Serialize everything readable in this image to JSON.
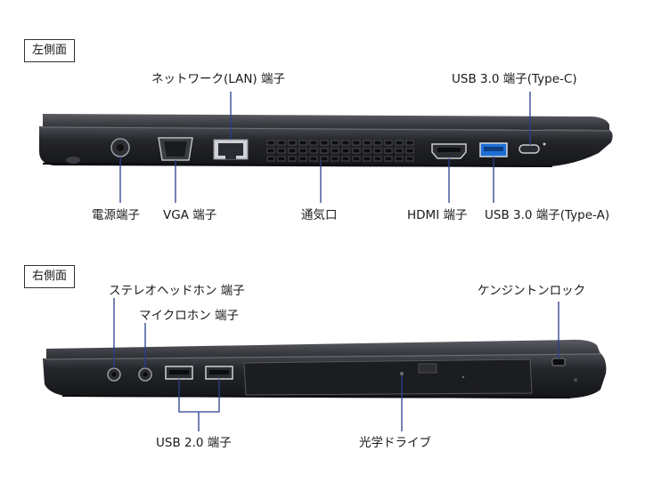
{
  "left_side": {
    "section_label": "左側面",
    "labels": {
      "lan": "ネットワーク(LAN) 端子",
      "usb30c": "USB 3.0 端子(Type-C)",
      "power": "電源端子",
      "vga": "VGA 端子",
      "vent": "通気口",
      "hdmi": "HDMI 端子",
      "usb30a": "USB 3.0 端子(Type-A)"
    }
  },
  "right_side": {
    "section_label": "右側面",
    "labels": {
      "headphone": "ステレオヘッドホン 端子",
      "mic": "マイクロホン 端子",
      "kensington": "ケンジントンロック",
      "usb20": "USB 2.0 端子",
      "optical": "光学ドライブ"
    }
  },
  "colors": {
    "chassis": "#1f2024",
    "chassis_light": "#3a3c42",
    "usb30_port": "#1d6fd6",
    "leader_line": "#2a3f8f"
  }
}
